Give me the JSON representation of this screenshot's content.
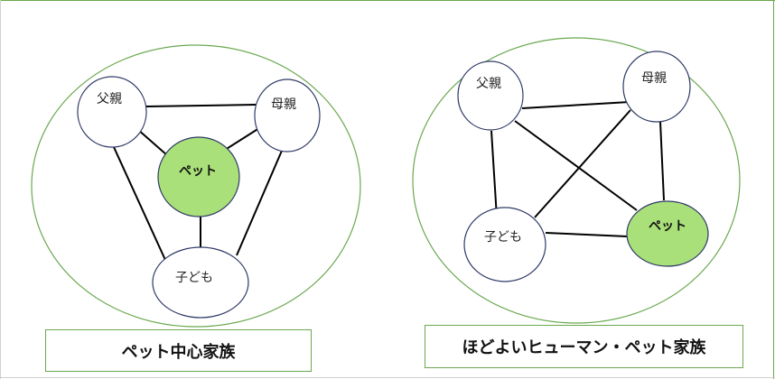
{
  "diagrams": [
    {
      "caption": "ペット中心家族",
      "nodes": {
        "father": "父親",
        "mother": "母親",
        "pet": "ペット",
        "child": "子ども"
      },
      "links": [
        [
          "father",
          "mother"
        ],
        [
          "father",
          "pet"
        ],
        [
          "mother",
          "pet"
        ],
        [
          "pet",
          "child"
        ],
        [
          "father",
          "child"
        ],
        [
          "mother",
          "child"
        ]
      ]
    },
    {
      "caption": "ほどよいヒューマン・ペット家族",
      "nodes": {
        "father": "父親",
        "mother": "母親",
        "child": "子ども",
        "pet": "ペット"
      },
      "links": [
        [
          "father",
          "mother"
        ],
        [
          "father",
          "child"
        ],
        [
          "father",
          "pet"
        ],
        [
          "mother",
          "child"
        ],
        [
          "mother",
          "pet"
        ],
        [
          "child",
          "pet"
        ]
      ]
    }
  ],
  "colors": {
    "frame": "#6aa84f",
    "pet_fill": "#a9e07a",
    "node_fill": "#ffffff",
    "node_stroke": "#2f3a66"
  }
}
